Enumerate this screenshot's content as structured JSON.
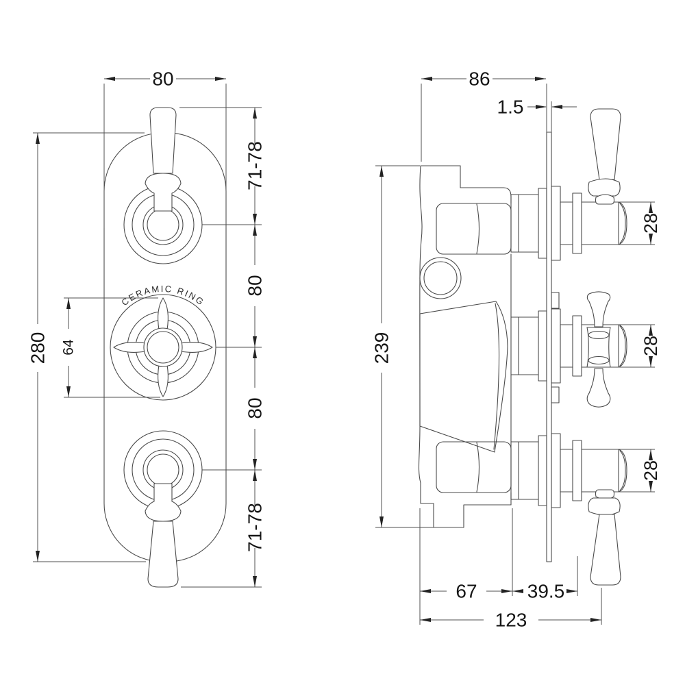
{
  "page": {
    "background_color": "#ffffff",
    "line_color": "#4a4a4a",
    "text_color": "#161616",
    "drawing_type": "technical dimension drawing, triple concealed shower valve, front and side orthographic views"
  },
  "front_view": {
    "annotations": {
      "ceramic_ring": "CERAMIC RING"
    },
    "dims": {
      "plate_width": "80",
      "plate_height": "280",
      "top_handle_span": "71-78",
      "top_to_middle_spacing": "80",
      "middle_to_bottom_spacing": "80",
      "bottom_handle_span": "71-78",
      "cross_handle_diameter": "64"
    }
  },
  "side_view": {
    "dims": {
      "body_depth": "86",
      "plate_thickness": "1.5",
      "body_height": "239",
      "top_cartridge_diameter": "28",
      "middle_cartridge_diameter": "28",
      "bottom_cartridge_diameter": "28",
      "recessed_depth": "67",
      "projection_depth": "39.5",
      "overall_depth": "123"
    }
  }
}
